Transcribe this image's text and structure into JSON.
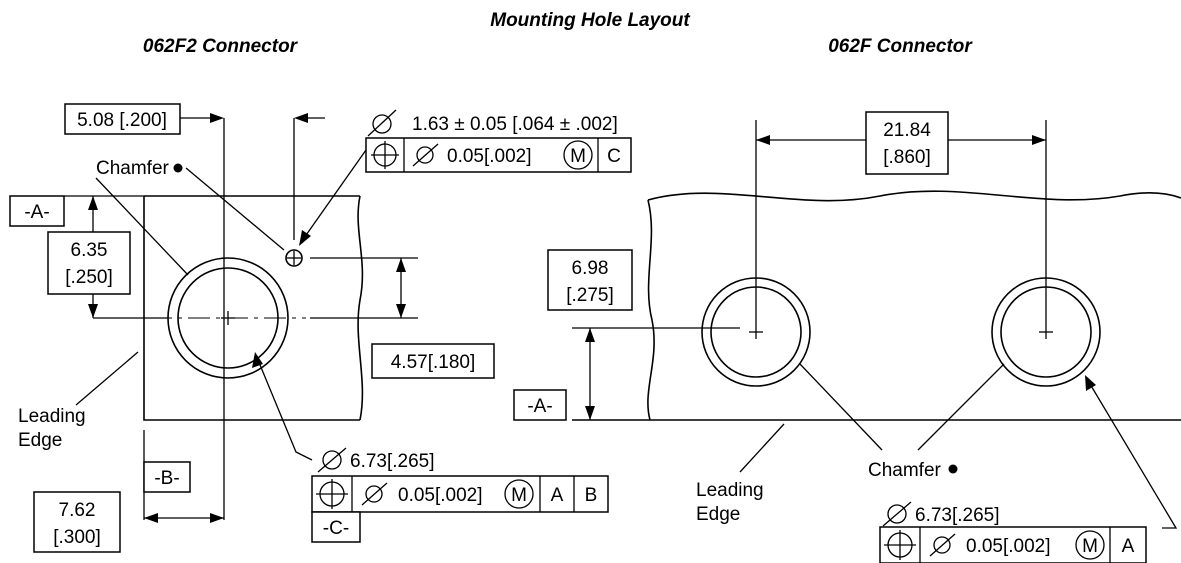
{
  "title": "Mounting Hole Layout",
  "left": {
    "heading": "062F2 Connector",
    "dim_top": "5.08 [.200]",
    "dim_vert_1": "6.35",
    "dim_vert_2": "[.250]",
    "dim_small": "4.57[.180]",
    "dim_bottom_1": "7.62",
    "dim_bottom_2": "[.300]",
    "datum_a": "-A-",
    "datum_b": "-B-",
    "datum_c": "-C-",
    "chamfer": "Chamfer",
    "leading_edge_1": "Leading",
    "leading_edge_2": "Edge",
    "small_hole": {
      "size": "1.63 ± 0.05 [.064 ± .002]",
      "tolerance": "0.05[.002]",
      "modifier": "M",
      "datum": "C"
    },
    "main_hole": {
      "size": "6.73[.265]",
      "tolerance": "0.05[.002]",
      "modifier": "M",
      "datum_1": "A",
      "datum_2": "B"
    }
  },
  "right": {
    "heading": "062F Connector",
    "dim_spacing_1": "21.84",
    "dim_spacing_2": "[.860]",
    "dim_height_1": "6.98",
    "dim_height_2": "[.275]",
    "datum_a": "-A-",
    "chamfer": "Chamfer",
    "leading_edge_1": "Leading",
    "leading_edge_2": "Edge",
    "hole": {
      "size": "6.73[.265]",
      "tolerance": "0.05[.002]",
      "modifier": "M",
      "datum_1": "A"
    }
  }
}
